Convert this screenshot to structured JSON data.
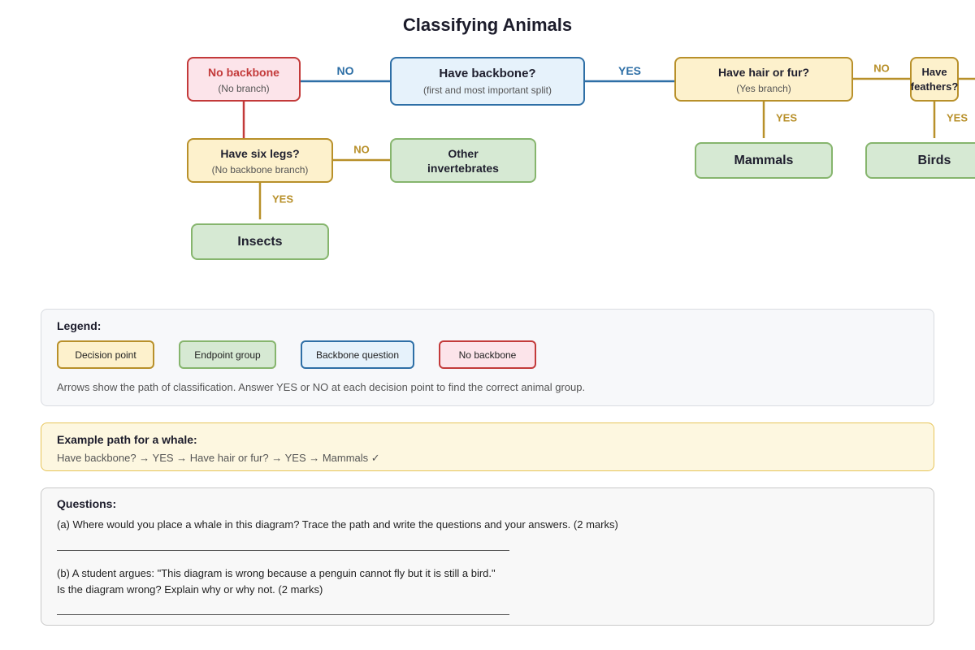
{
  "title": "Classifying Animals",
  "nodes": {
    "no_backbone": {
      "label": "No backbone",
      "sub": "(No branch)"
    },
    "have_backbone": {
      "label": "Have backbone?",
      "sub": "(first and most important split)"
    },
    "hair_fur": {
      "label": "Have hair or fur?",
      "sub": "(Yes branch)"
    },
    "feathers": {
      "label": "Have feathers?"
    },
    "six_legs": {
      "label": "Have six legs?",
      "sub": "(No backbone branch)"
    },
    "other_invertebrates": {
      "label": "Other invertebrates"
    },
    "mammals": {
      "label": "Mammals"
    },
    "birds": {
      "label": "Birds"
    },
    "insects": {
      "label": "Insects"
    }
  },
  "edges": {
    "backbone_no": "NO",
    "backbone_yes": "YES",
    "hair_no": "NO",
    "hair_yes": "YES",
    "feathers_yes": "YES",
    "six_legs_no": "NO",
    "six_legs_yes": "YES"
  },
  "legend": {
    "heading": "Legend:",
    "items": [
      "Decision point",
      "Endpoint group",
      "Backbone question",
      "No backbone"
    ],
    "note": "Arrows show the path of classification. Answer YES or NO at each decision point to find the correct animal group."
  },
  "example": {
    "heading": "Example path for a whale:",
    "path": "Have backbone? → YES → Have hair or fur? → YES → Mammals ✓"
  },
  "questions": {
    "heading": "Questions:",
    "a": "(a) Where would you place a whale in this diagram? Trace the path and write the questions and your answers. (2 marks)",
    "b_line1": "(b) A student argues: \"This diagram is wrong because a penguin cannot fly but it is still a bird.\"",
    "b_line2": "Is the diagram wrong? Explain why or why not. (2 marks)"
  },
  "colors": {
    "decision_fill": "#fdf1cc",
    "decision_border": "#b8902a",
    "endpoint_fill": "#d6e9d3",
    "endpoint_border": "#86b56d",
    "backbone_fill": "#e6f2fb",
    "backbone_border": "#2e6fa6",
    "nobackbone_fill": "#fce4ea",
    "nobackbone_border": "#c33a3a"
  }
}
